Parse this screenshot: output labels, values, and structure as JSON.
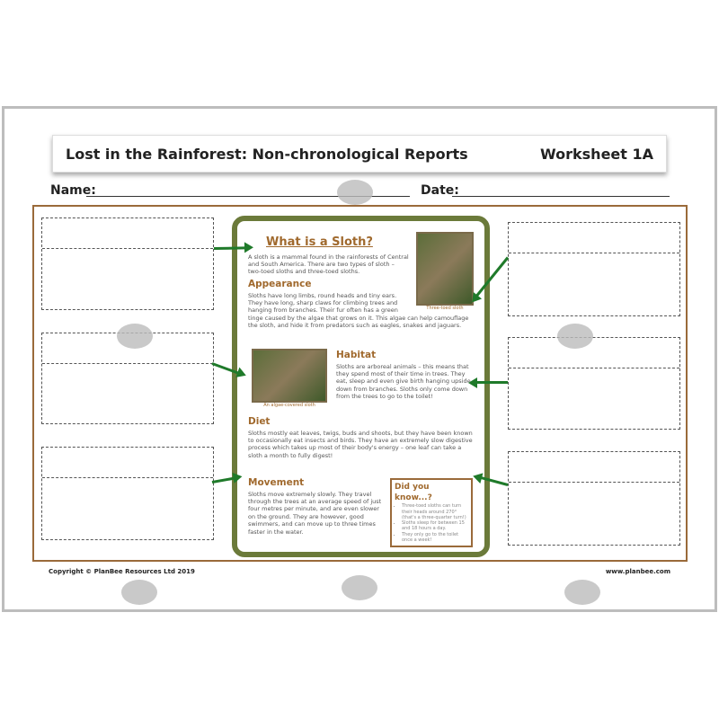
{
  "header": {
    "title": "Lost in the Rainforest: Non-chronological Reports",
    "worksheet": "Worksheet 1A"
  },
  "fields": {
    "name_label": "Name:",
    "date_label": "Date:"
  },
  "sheet": {
    "title": "What is a Sloth?",
    "intro": "A sloth is a mammal found in the rainforests of Central and South America. There are two types of sloth – two-toed sloths and three-toed sloths.",
    "photo1_caption": "Three-toed sloth",
    "appearance_heading": "Appearance",
    "appearance_text": "Sloths have long limbs, round heads and tiny ears. They have long, sharp claws for climbing trees and hanging from branches. Their fur often has a green tinge caused by the algae that grows on it. This algae can help camouflage the sloth, and hide it from predators such as eagles, snakes and jaguars.",
    "photo2_caption": "An algae-covered sloth",
    "habitat_heading": "Habitat",
    "habitat_text": "Sloths are arboreal animals – this means that they spend most of their time in trees. They eat, sleep and even give birth hanging upside down from branches. Sloths only come down from the trees to go to the toilet!",
    "diet_heading": "Diet",
    "diet_text": "Sloths mostly eat leaves, twigs, buds and shoots, but they have been known to occasionally eat insects and birds. They have an extremely slow digestive process which takes up most of their body's energy – one leaf can take a sloth a month to fully digest!",
    "movement_heading": "Movement",
    "movement_text": "Sloths move extremely slowly. They travel through the trees at an average speed of just four metres per minute, and are even slower on the ground. They are however, good swimmers, and can move up to three times faster in the water.",
    "dyk_heading": "Did you know...?",
    "dyk_items": [
      "Three-toed sloths can turn their heads around 270° (that's a three-quarter turn!)",
      "Sloths sleep for between 15 and 18 hours a day.",
      "They only go to the toilet once a week!"
    ]
  },
  "footer": {
    "copyright": "Copyright © PlanBee Resources Ltd 2019",
    "website": "www.planbee.com"
  },
  "colors": {
    "accent": "#a0692d",
    "arrow": "#1f7a2a",
    "border": "#9a6a3a"
  }
}
